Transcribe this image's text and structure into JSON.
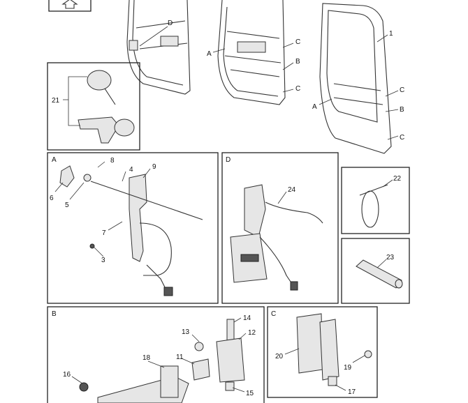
{
  "callouts": {
    "door_left": [
      "D"
    ],
    "door_mid": [
      "A",
      "C",
      "B",
      "C"
    ],
    "door_right": [
      "1",
      "C",
      "B",
      "A",
      "C"
    ],
    "box_21": [
      "21"
    ],
    "box_A": [
      "A",
      "8",
      "4",
      "9",
      "6",
      "5",
      "7",
      "3"
    ],
    "box_D": [
      "D",
      "24"
    ],
    "box_22": [
      "22"
    ],
    "box_23": [
      "23"
    ],
    "box_B": [
      "B",
      "14",
      "13",
      "12",
      "18",
      "11",
      "16",
      "15"
    ],
    "box_C": [
      "C",
      "20",
      "19",
      "17"
    ]
  },
  "icons": {
    "top_box": "up-arrow-icon"
  }
}
